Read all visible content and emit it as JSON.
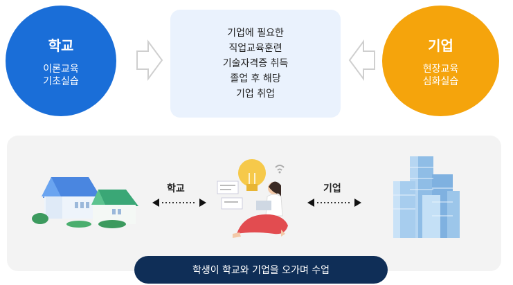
{
  "school": {
    "title": "학교",
    "lines": [
      "이론교육",
      "기초실습"
    ]
  },
  "company": {
    "title": "기업",
    "lines": [
      "현장교육",
      "심화실습"
    ]
  },
  "center": {
    "lines": [
      "기업에 필요한",
      "직업교육훈련",
      "기술자격증 취득",
      "졸업 후 해당",
      "기업 취업"
    ]
  },
  "links": {
    "school_label": "학교",
    "company_label": "기업"
  },
  "footer": {
    "text": "학생이 학교와 기업을 오가며 수업"
  },
  "colors": {
    "school": "#1a6ed8",
    "company": "#f5a40c",
    "box": "#eaf2fd",
    "pill": "#0f2e57"
  },
  "icons": [
    "houses-icon",
    "student-with-lightbulb-icon",
    "buildings-icon"
  ]
}
